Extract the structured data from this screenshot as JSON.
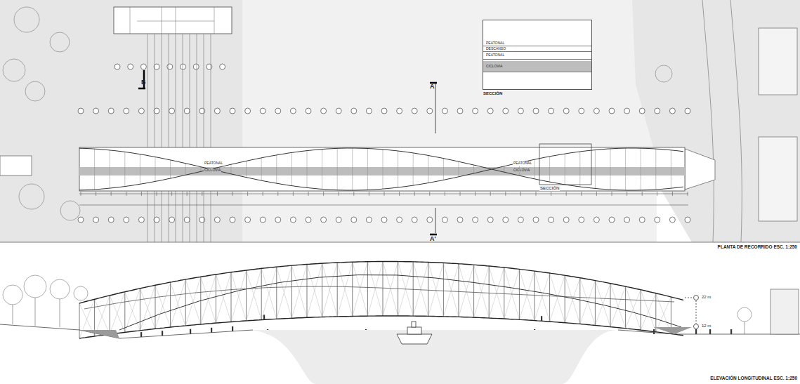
{
  "diagram": {
    "nodes": [
      {
        "text": [
          "SECCIÓN"
        ]
      },
      {
        "text": [
          "PEATONAL"
        ],
        "in": 0
      },
      {
        "text": [
          "DESCANSO"
        ],
        "in": 0
      },
      {
        "text": [
          "PEATONAL"
        ],
        "in": 0
      },
      {
        "text": [
          "CICLOVIA"
        ],
        "in": 0
      }
    ],
    "labels": [
      "B",
      "A",
      "A'",
      "SECCIÓN",
      "PEATONAL",
      "CICLOVIA",
      "PEATONAL",
      "CICLOVIA",
      "22 m",
      "12 m",
      "PLANTA DE RECORRIDO ESC. 1:250",
      "ELEVACIÓN LONGITUDINAL ESC. 1:250"
    ]
  }
}
